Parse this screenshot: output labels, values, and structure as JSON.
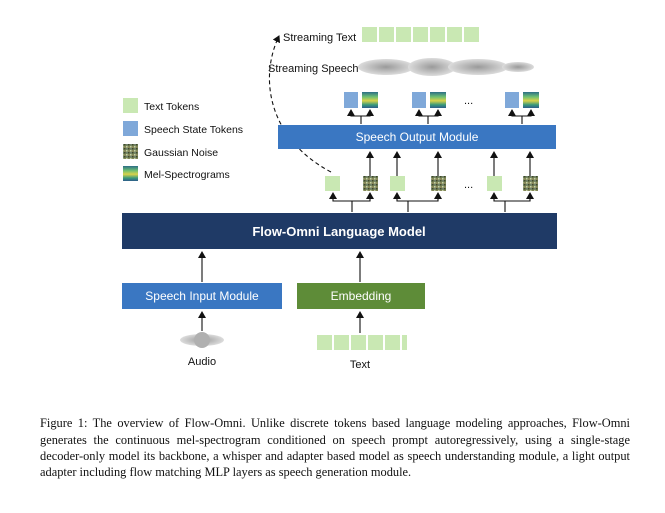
{
  "figure": {
    "streaming_text_label": "Streaming Text",
    "streaming_speech_label": "Streaming Speech",
    "legend": {
      "text_tokens": "Text Tokens",
      "speech_state_tokens": "Speech State Tokens",
      "gaussian_noise": "Gaussian Noise",
      "mel_spectrograms": "Mel-Spectrograms"
    },
    "speech_output_module": "Speech Output Module",
    "language_model": "Flow-Omni Language Model",
    "speech_input_module": "Speech Input Module",
    "embedding": "Embedding",
    "audio_label": "Audio",
    "text_label": "Text",
    "ellipsis": "...",
    "colors": {
      "text_token": "#c9e8b3",
      "speech_state": "#7fa8d9",
      "output_module": "#3a77c2",
      "language_model": "#1f3a66",
      "input_module": "#3a77c2",
      "embedding": "#5e8c38"
    }
  },
  "caption": "Figure 1: The overview of Flow-Omni. Unlike discrete tokens based language modeling approaches, Flow-Omni generates the continuous mel-spectrogram conditioned on speech prompt autoregressively, using a single-stage decoder-only model its backbone, a whisper and adapter based model as speech understanding module, a light output adapter including flow matching MLP layers as speech generation module."
}
